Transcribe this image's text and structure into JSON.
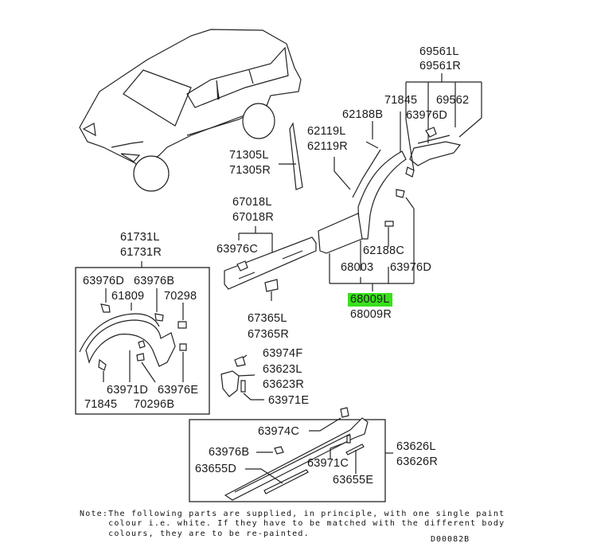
{
  "diagram": {
    "title": "Body side moulding / fender garnish parts diagram",
    "highlight_color": "#39e01c",
    "highlighted_part": "68009L",
    "labels": {
      "p69561L": "69561L",
      "p69561R": "69561R",
      "p71845_top": "71845",
      "p69562": "69562",
      "p63976D_top": "63976D",
      "p62188B": "62188B",
      "p62119L": "62119L",
      "p62119R": "62119R",
      "p71305L": "71305L",
      "p71305R": "71305R",
      "p67018L": "67018L",
      "p67018R": "67018R",
      "p63976C": "63976C",
      "p62188C": "62188C",
      "p68003": "68003",
      "p63976D_mid": "63976D",
      "p68009L": "68009L",
      "p68009R": "68009R",
      "p61731L": "61731L",
      "p61731R": "61731R",
      "p63976D_box": "63976D",
      "p63976B_box": "63976B",
      "p61809": "61809",
      "p70298": "70298",
      "p63971D": "63971D",
      "p63976E": "63976E",
      "p71845_box": "71845",
      "p70296B": "70296B",
      "p67365L": "67365L",
      "p67365R": "67365R",
      "p63974F": "63974F",
      "p63623L": "63623L",
      "p63623R": "63623R",
      "p63971E": "63971E",
      "p63974C": "63974C",
      "p63976B_bot": "63976B",
      "p63655D": "63655D",
      "p63971C": "63971C",
      "p63655E": "63655E",
      "p63626L": "63626L",
      "p63626R": "63626R"
    },
    "note": "Note:The following parts are supplied, in principle, with one single paint\n     colour i.e. white. If they have to be matched with the different body\n     colours, they are to be re-painted.",
    "drawing_code": "D00082B"
  }
}
